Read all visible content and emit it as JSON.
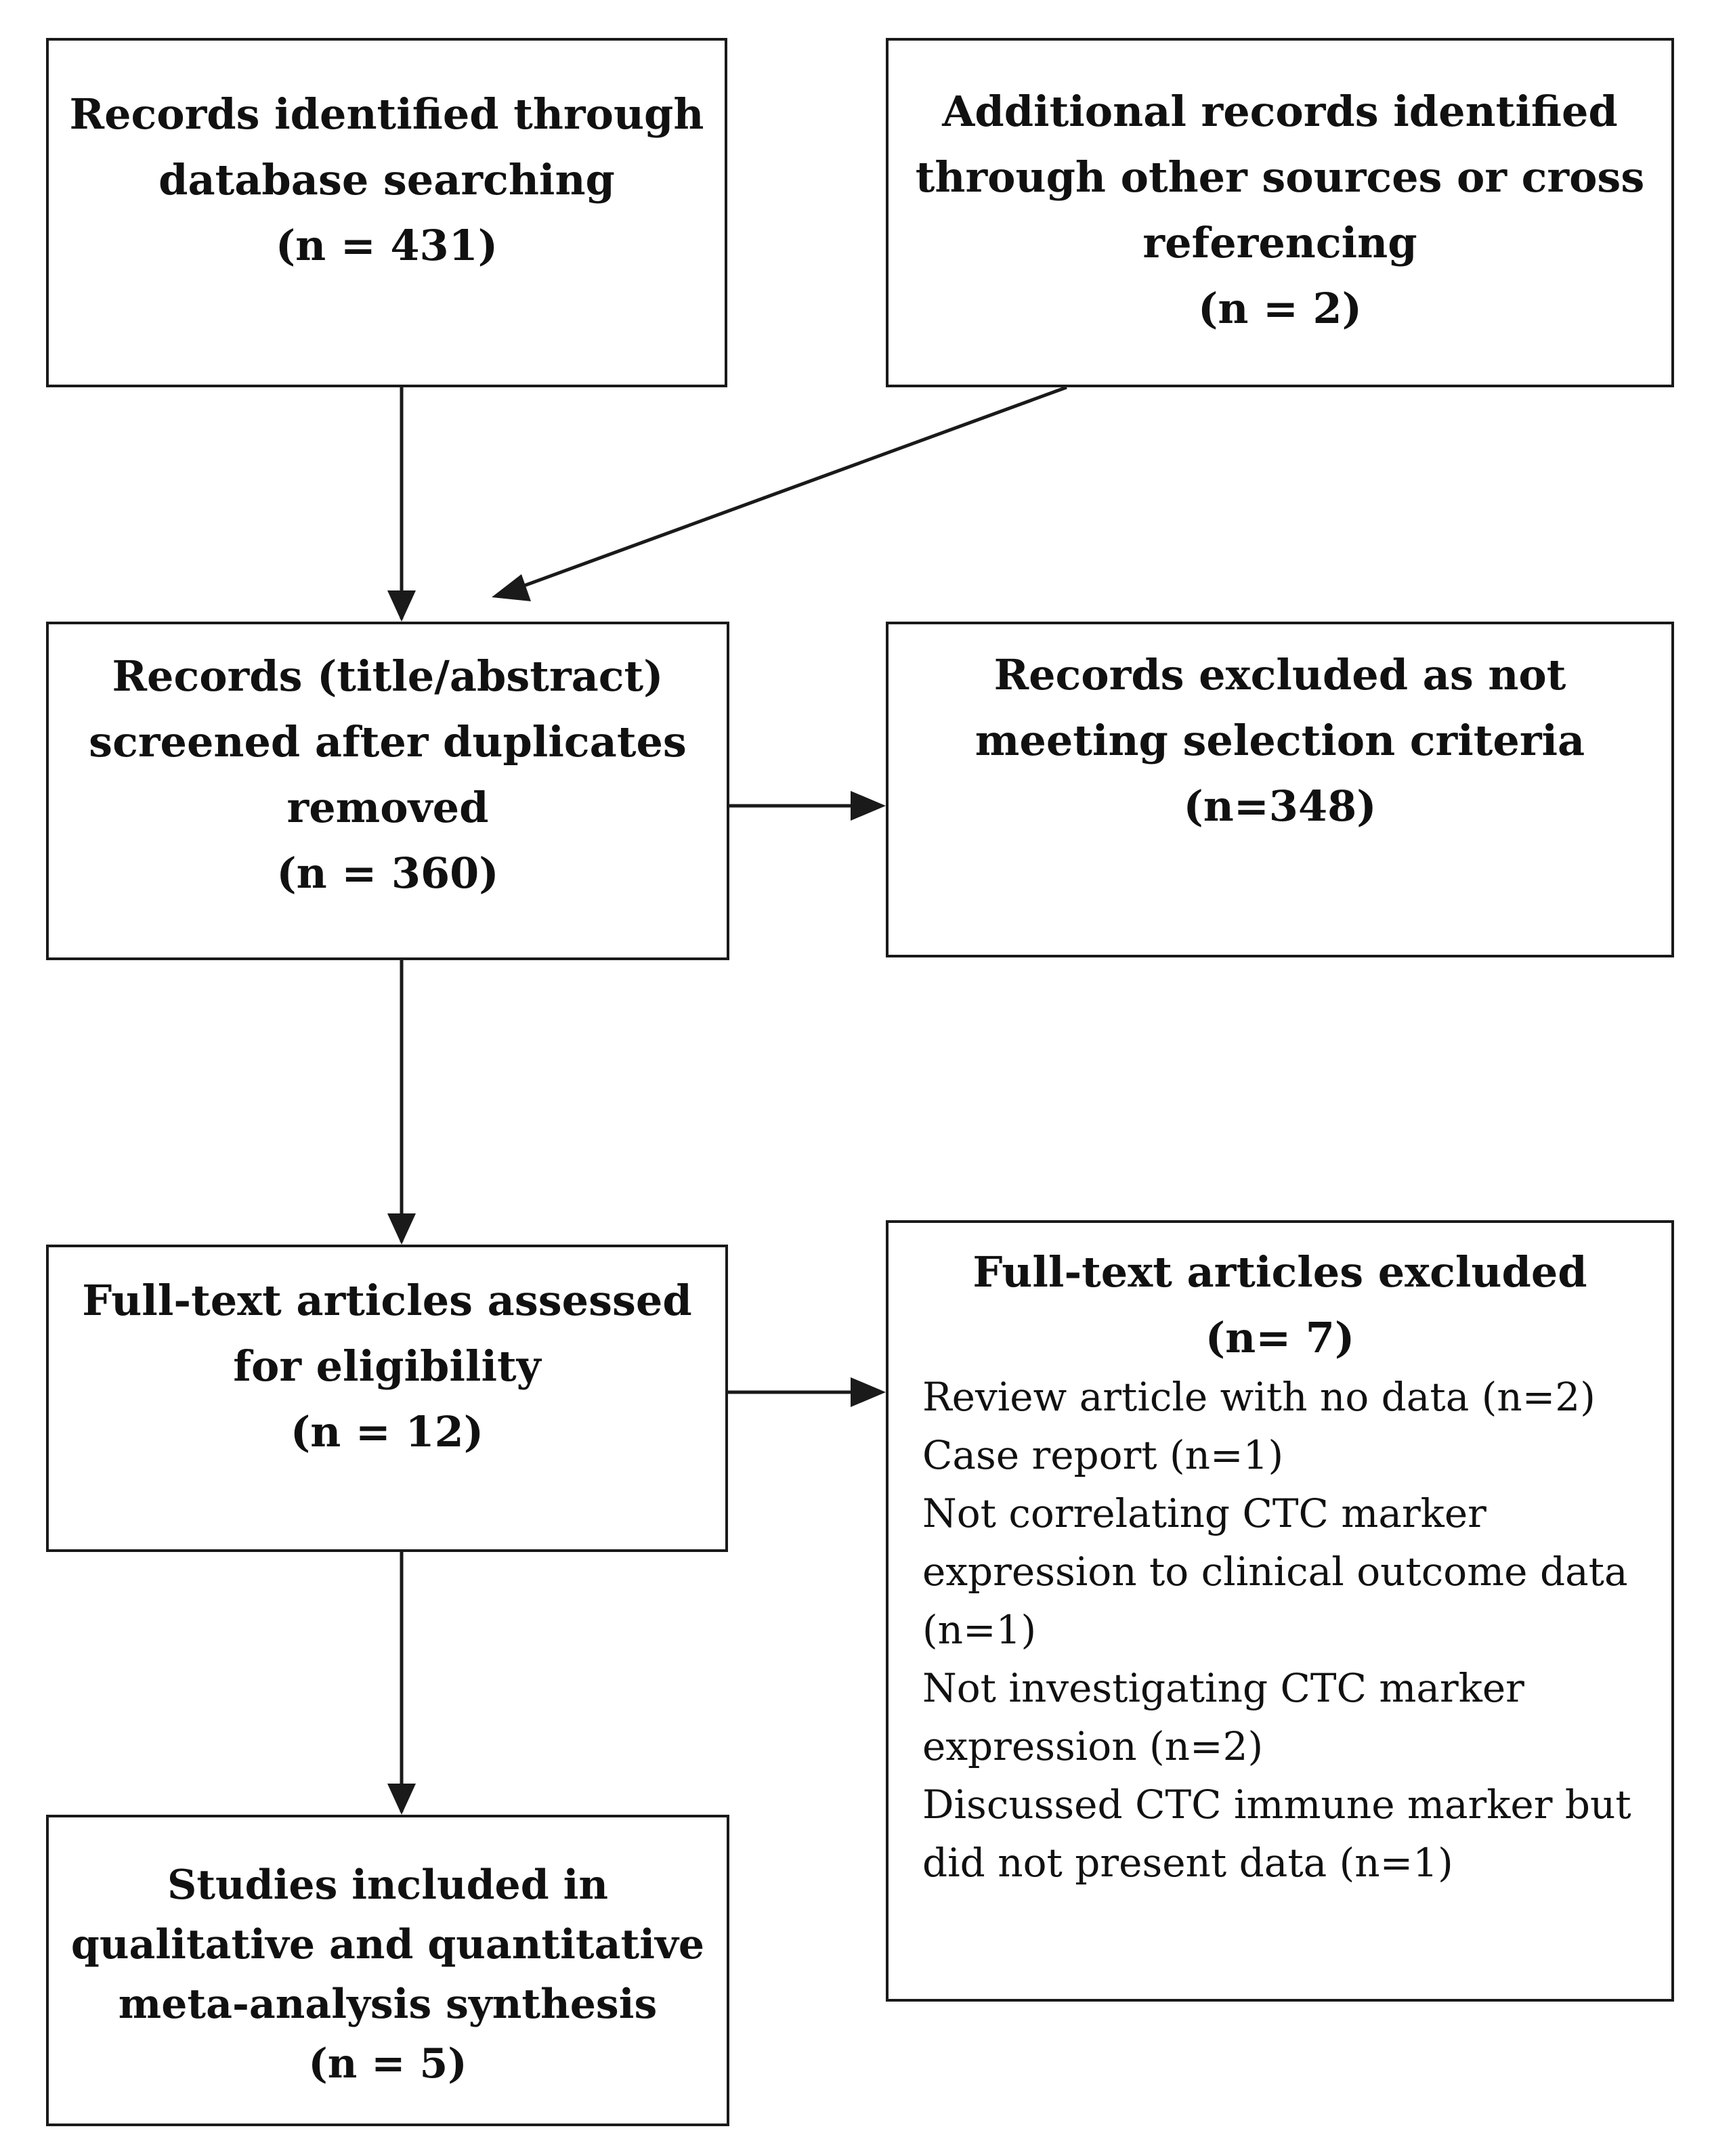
{
  "boxes": {
    "identified": {
      "lines": [
        "Records identified through",
        "database searching"
      ],
      "count": "(n = 431)"
    },
    "additional": {
      "lines": [
        "Additional records identified",
        "through other sources or cross",
        "referencing"
      ],
      "count": "(n = 2)"
    },
    "screened": {
      "lines": [
        "Records (title/abstract)",
        "screened after duplicates",
        "removed"
      ],
      "count": "(n = 360)"
    },
    "excluded_screen": {
      "lines": [
        "Records excluded as not",
        "meeting selection criteria"
      ],
      "count": "(n=348)"
    },
    "fulltext": {
      "lines": [
        "Full-text articles assessed",
        "for eligibility"
      ],
      "count": "(n = 12)"
    },
    "fulltext_excluded": {
      "title": "Full-text articles excluded",
      "count": "(n= 7)",
      "reasons": [
        "Review article with no data (n=2)",
        "Case report (n=1)",
        "Not correlating CTC marker",
        "expression to clinical outcome data",
        "(n=1)",
        "Not investigating CTC marker",
        "expression (n=2)",
        "Discussed CTC immune marker but",
        "did not present data (n=1)"
      ]
    },
    "included": {
      "lines": [
        "Studies included in",
        "qualitative and quantitative",
        "meta-analysis synthesis"
      ],
      "count": "(n = 5)"
    }
  },
  "colors": {
    "border": "#1a1a1a",
    "text": "#111111",
    "background": "#ffffff"
  }
}
